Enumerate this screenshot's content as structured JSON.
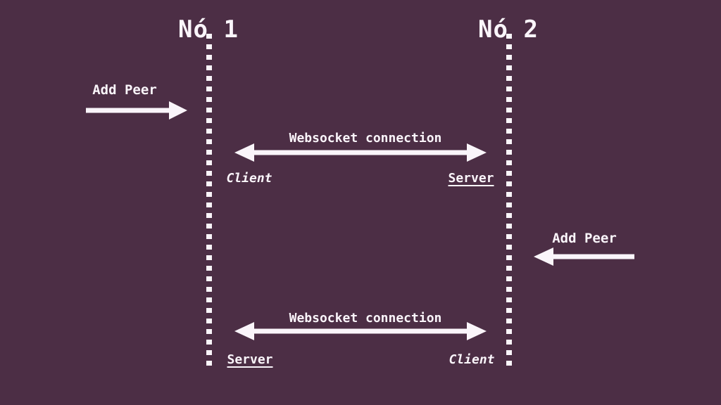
{
  "colors": {
    "background": "#4c2e45",
    "foreground": "#faf5fa"
  },
  "diagram": {
    "nodes": [
      {
        "label": "Nó 1"
      },
      {
        "label": "Nó 2"
      }
    ],
    "messages": [
      {
        "label": "Add Peer",
        "direction": "right",
        "target_node": "Nó 1"
      },
      {
        "label": "Websocket connection",
        "direction": "both",
        "left_endpoint": "Client",
        "right_endpoint": "Server"
      },
      {
        "label": "Add Peer",
        "direction": "left",
        "target_node": "Nó 2"
      },
      {
        "label": "Websocket connection",
        "direction": "both",
        "left_endpoint": "Server",
        "right_endpoint": "Client"
      }
    ]
  }
}
